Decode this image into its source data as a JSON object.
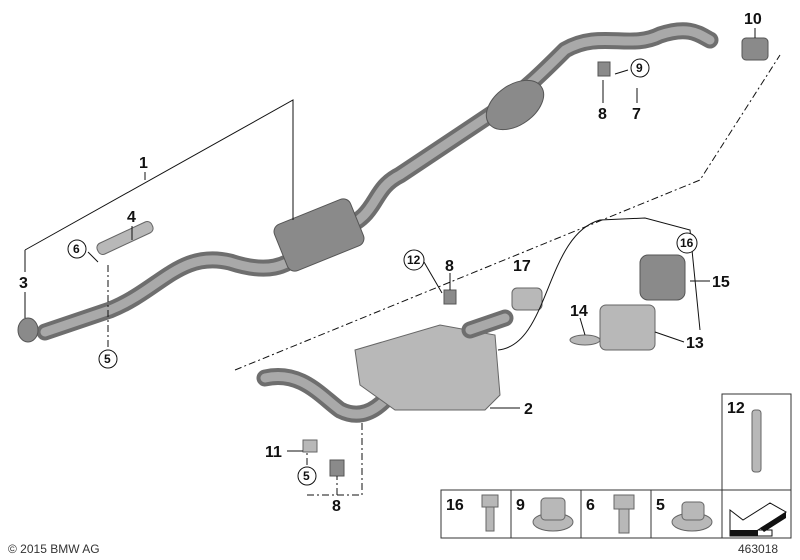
{
  "diagram": {
    "callouts": [
      "1",
      "4",
      "6",
      "3",
      "5",
      "10",
      "9",
      "8",
      "7",
      "8",
      "12",
      "17",
      "16",
      "15",
      "14",
      "13",
      "2",
      "11",
      "5",
      "8"
    ],
    "parts_table": {
      "cells": [
        "16",
        "9",
        "6",
        "5"
      ],
      "side_cell": "12",
      "arrow_icon": "direction-arrow-icon"
    },
    "copyright": "© 2015 BMW AG",
    "diagram_number": "463018"
  },
  "colors": {
    "part_dark": "#6e6e6e",
    "part_light": "#a9a9a9"
  }
}
